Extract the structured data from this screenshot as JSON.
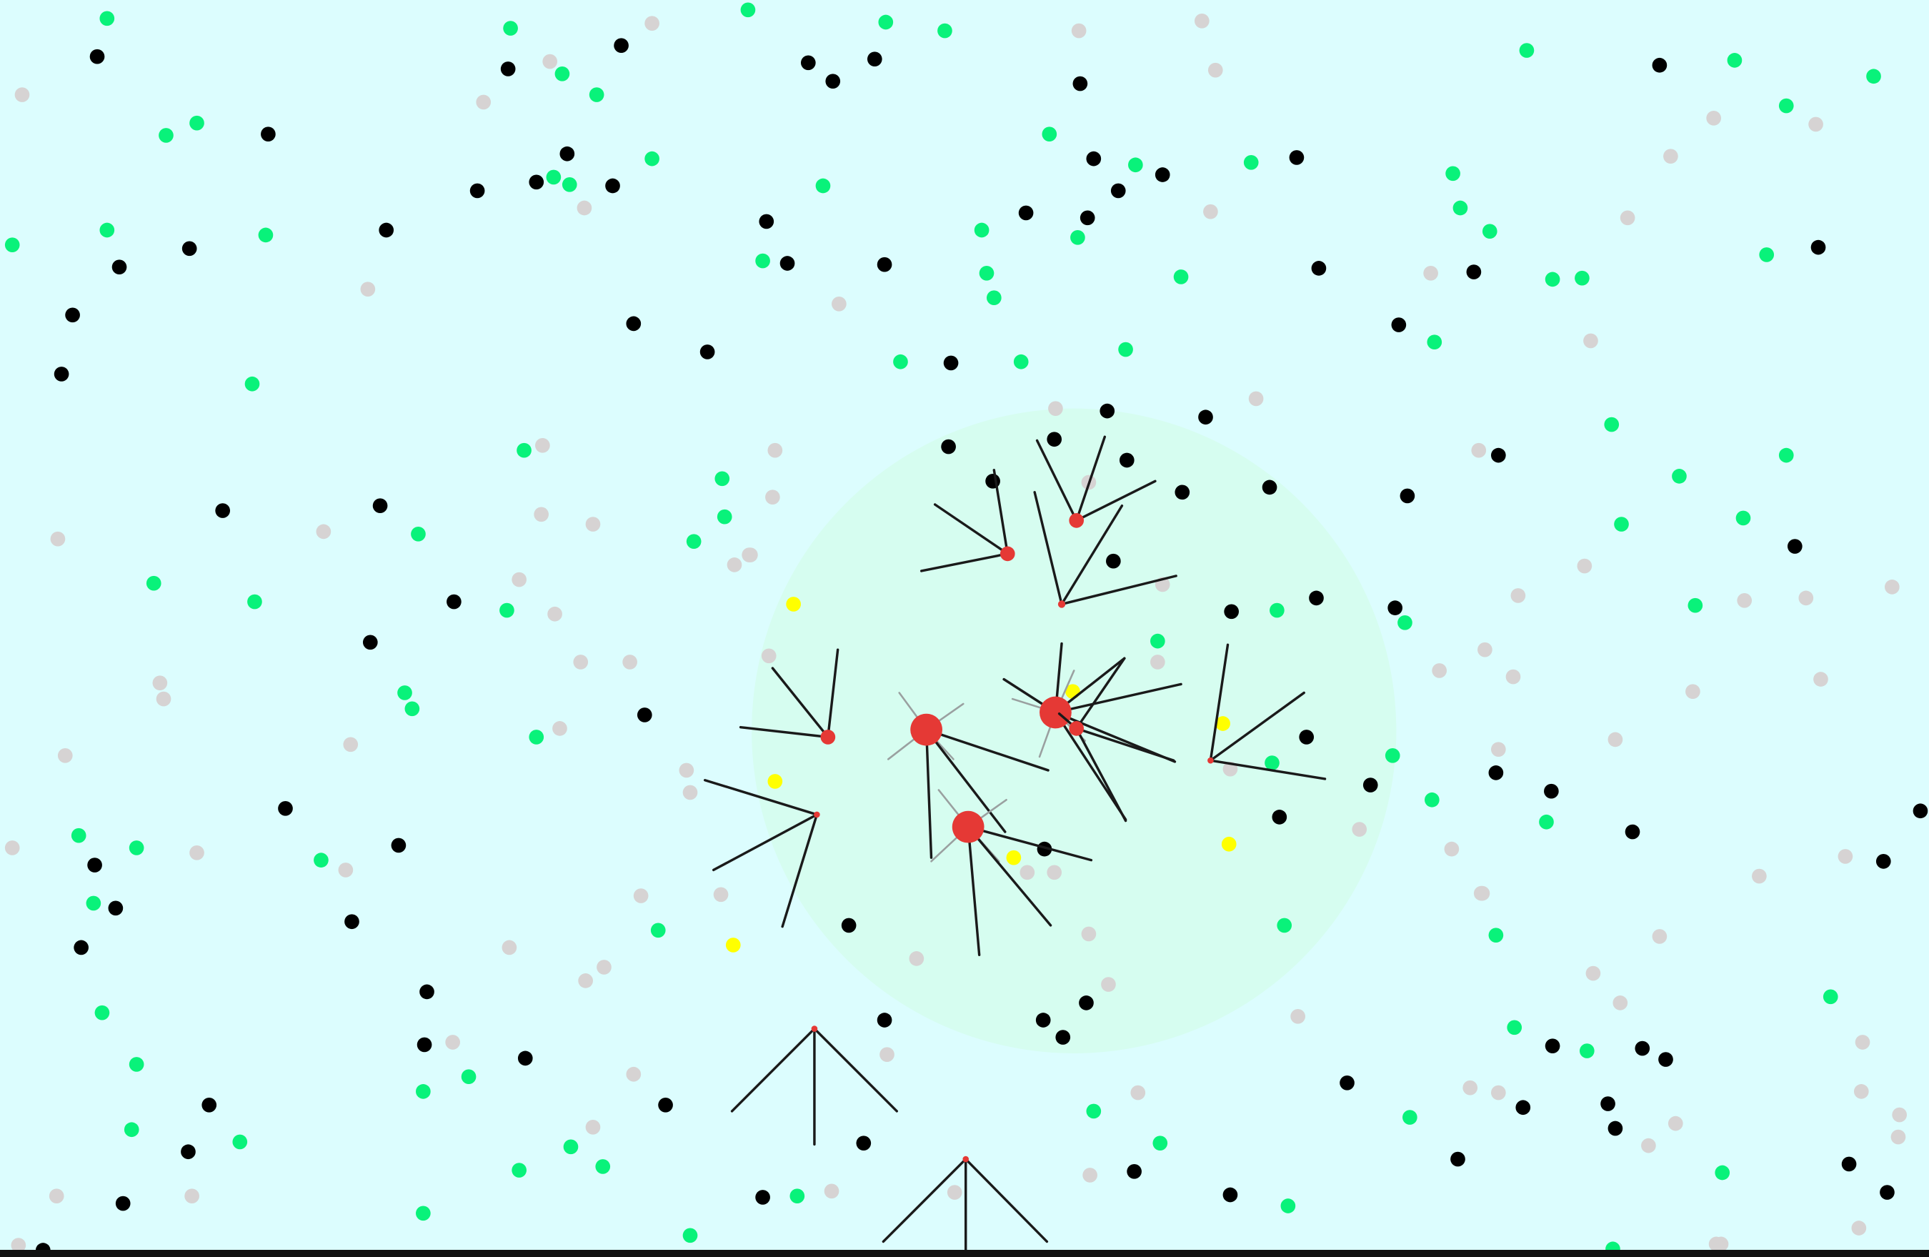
{
  "colors": {
    "background": "#dcfdfe",
    "territory": "#d6fdf0",
    "green_food": "#09f27a",
    "black_food": "#000000",
    "grey_food": "#d6d3d3",
    "yellow_food": "#ffff00",
    "cell": "#e53935",
    "stalk": "#1a1a1a",
    "sensor": "#9aa0a0",
    "bottom_bar": "#111111"
  },
  "entities": {
    "territory_count": 1,
    "food": {
      "green": 96,
      "black": 120,
      "grey": 105,
      "yellow": 7
    },
    "organisms": {
      "large": 3,
      "small": 5,
      "dormant": 4
    }
  }
}
